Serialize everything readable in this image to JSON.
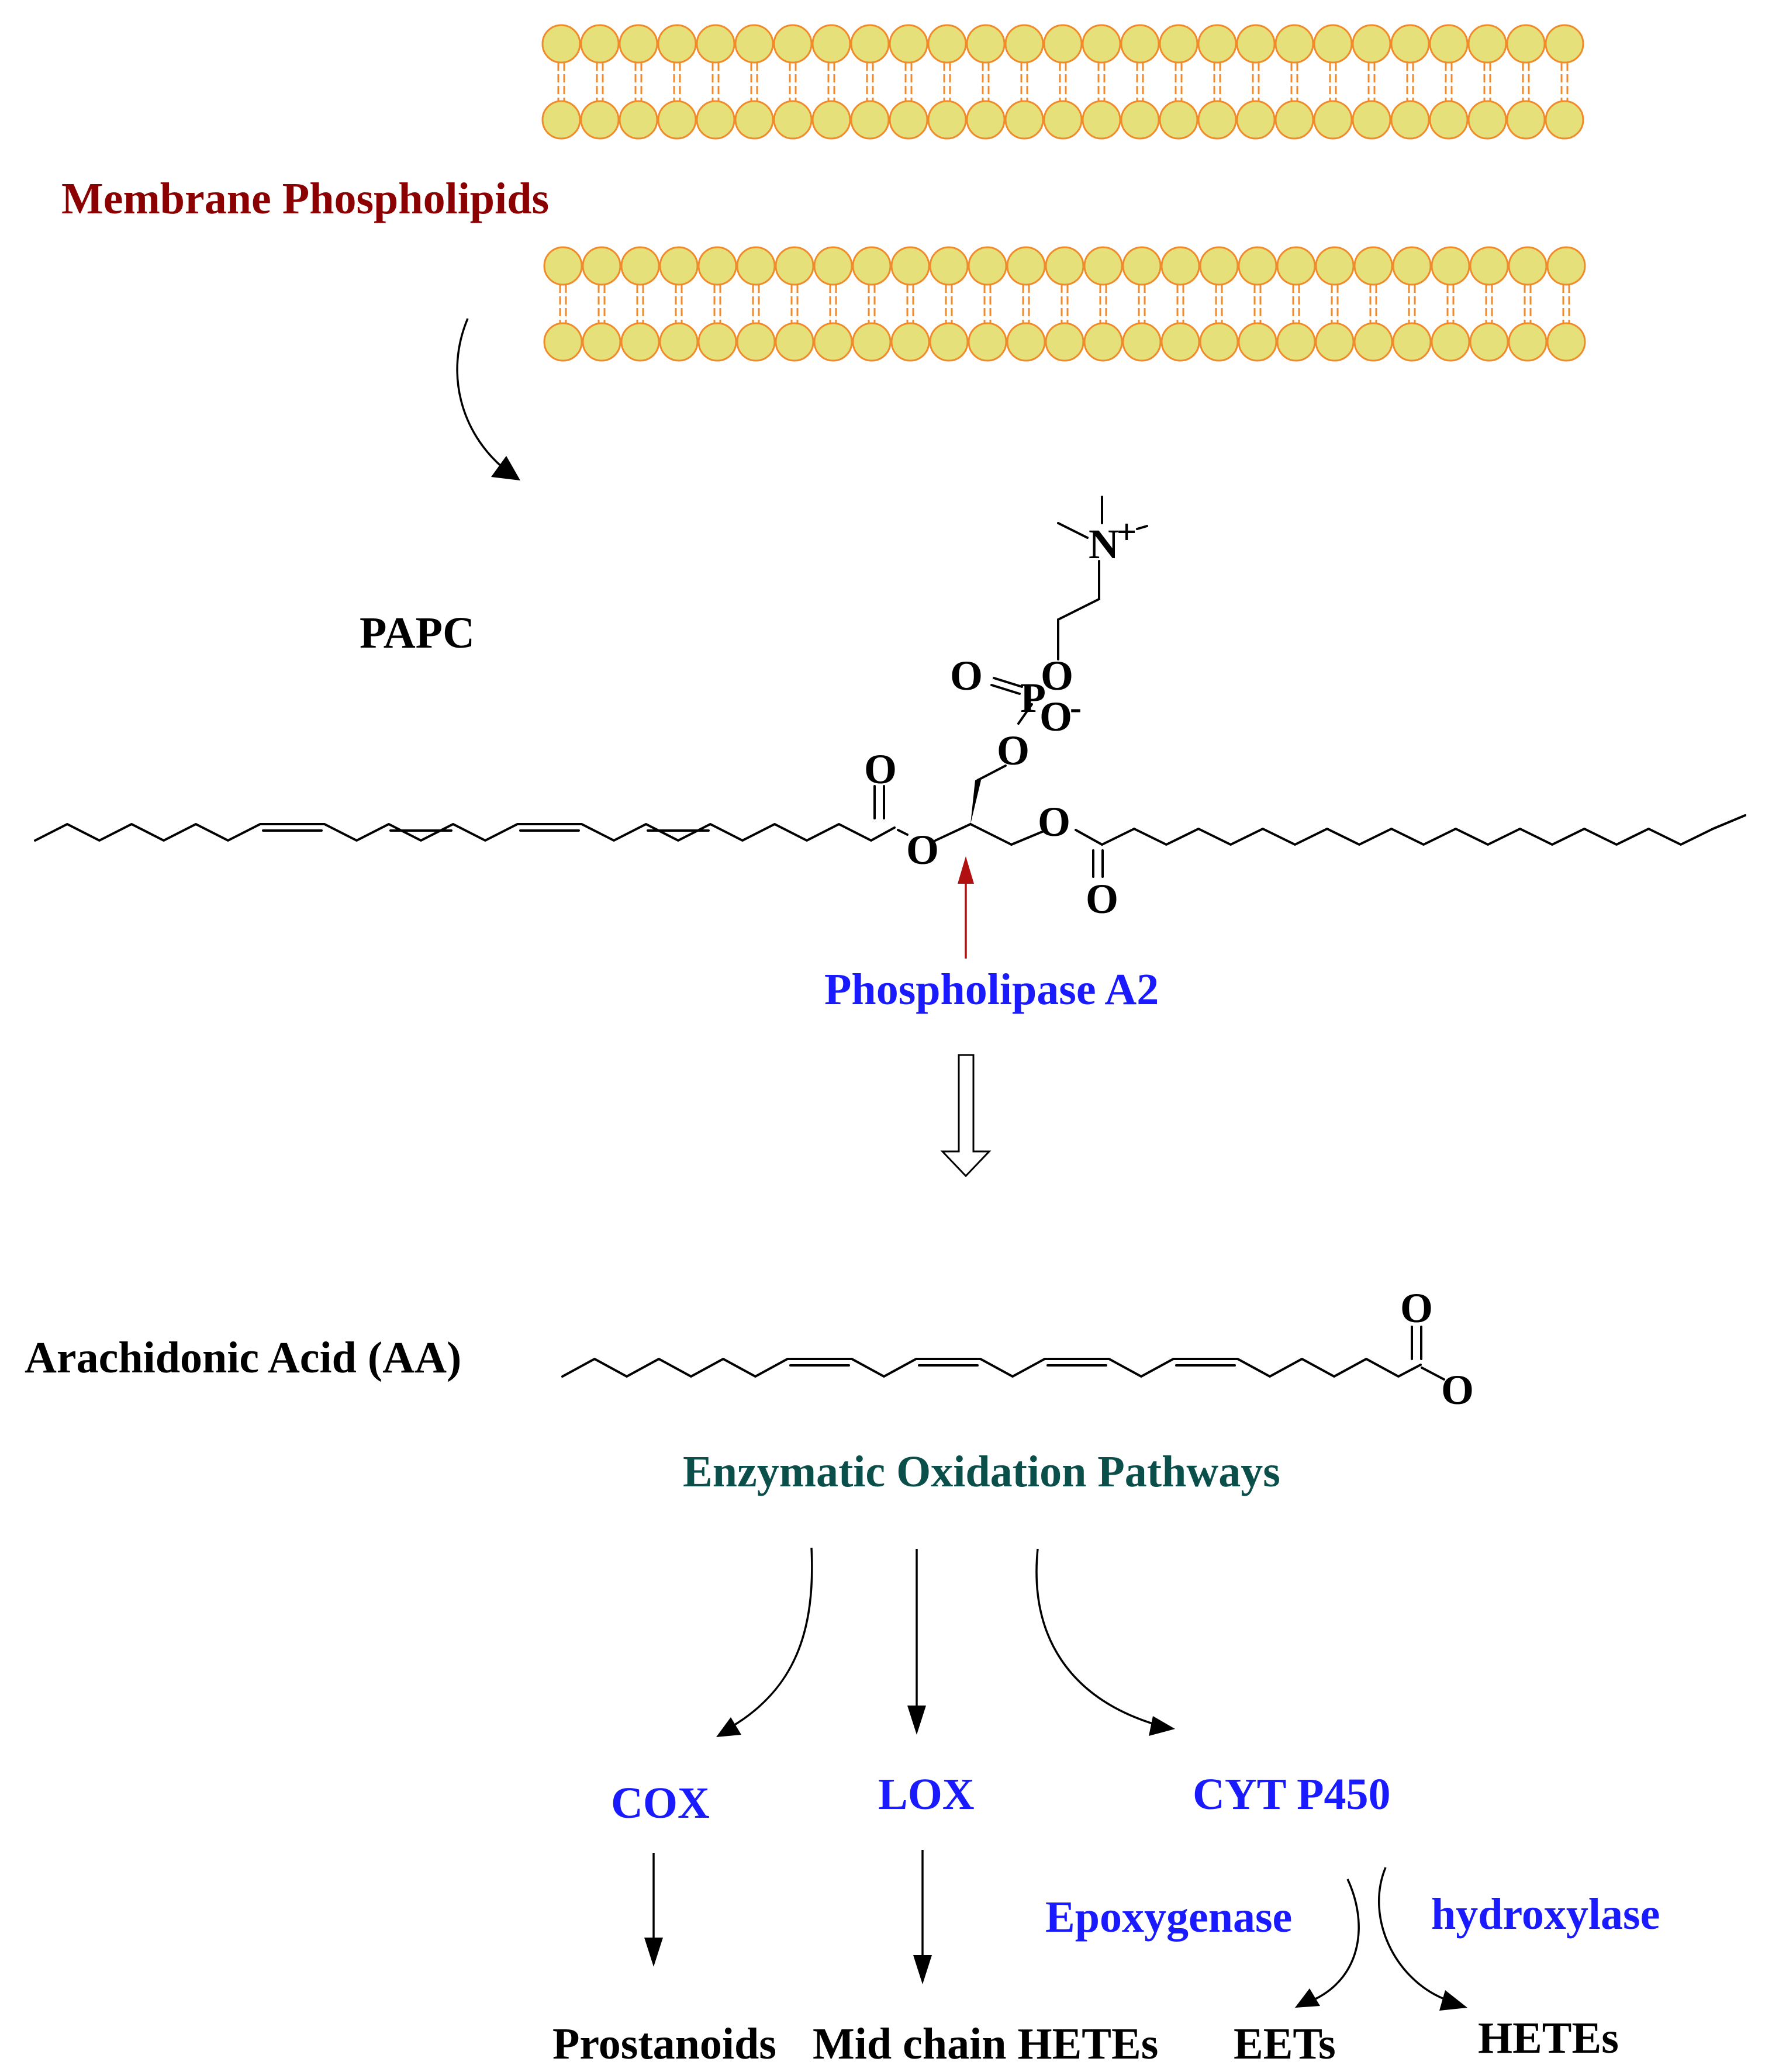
{
  "labels": {
    "membrane": "Membrane Phospholipids",
    "papc": "PAPC",
    "pla2": "Phospholipase A2",
    "aa": "Arachidonic Acid (AA)",
    "pathways": "Enzymatic Oxidation Pathways",
    "cox": "COX",
    "lox": "LOX",
    "cyp": "CYT P450",
    "epoxygenase": "Epoxygenase",
    "hydroxylase": "hydroxylase",
    "prostanoids": "Prostanoids",
    "midchain": "Mid chain HETEs",
    "eets": "EETs",
    "hetes": "HETEs"
  },
  "atoms": {
    "nitrogen": "N",
    "plus": "+",
    "oxygen": "O",
    "phosphorus": "P",
    "minus": "-"
  },
  "colors": {
    "membrane_label": "#8b0000",
    "enzyme_blue": "#1a1aff",
    "pathway_teal": "#0b4f4a",
    "text_black": "#000000",
    "lipid_head_fill": "#e6e07a",
    "lipid_head_stroke": "#f08a2a",
    "pla2_arrow": "#b01010"
  }
}
